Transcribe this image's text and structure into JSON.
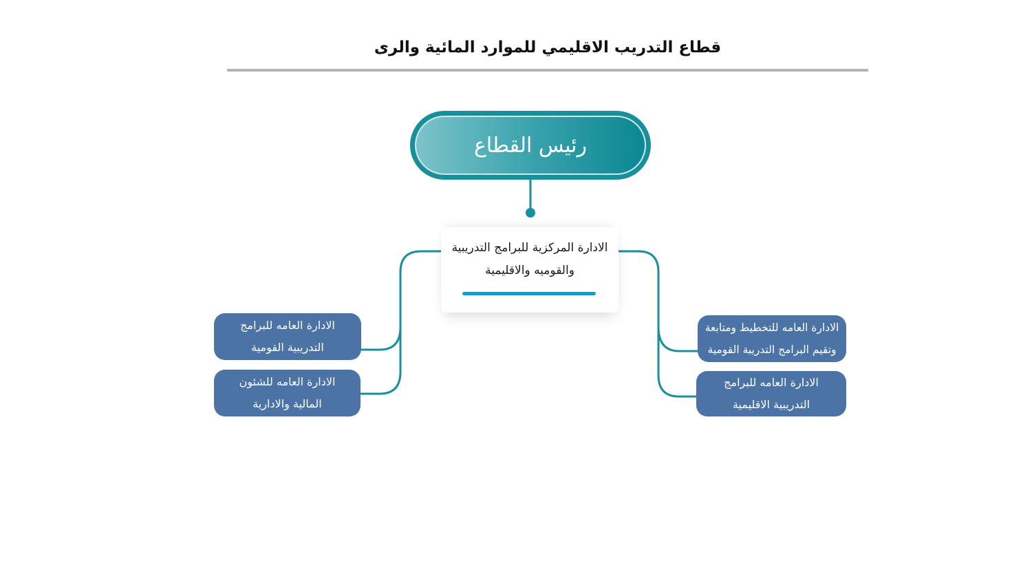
{
  "title": "قطاع التدريب الاقليمي للموارد المائية والرى",
  "head": {
    "label": "رئيس القطاع"
  },
  "central": {
    "label": "الادارة المركزية للبرامج التدريبية\nوالقوميه والاقليمية"
  },
  "departments": {
    "left_top": "الادارة العامه للبرامج\nالتدريبية القومية",
    "left_bottom": "الادارة العامه للشئون\nالمالية والادارية",
    "right_top": "الادارة العامه للتخطيط ومتابعة\nوتقيم البرامج التدريبة القومية",
    "right_bottom": "الادارة العامه للبرامج\nالتدريبية الاقليمية"
  },
  "colors": {
    "connector": "#1a8f9c",
    "node_fill": "#4c73a6",
    "head_fill": "#1a8f9c",
    "accent_bar": "#1b9bbf"
  }
}
